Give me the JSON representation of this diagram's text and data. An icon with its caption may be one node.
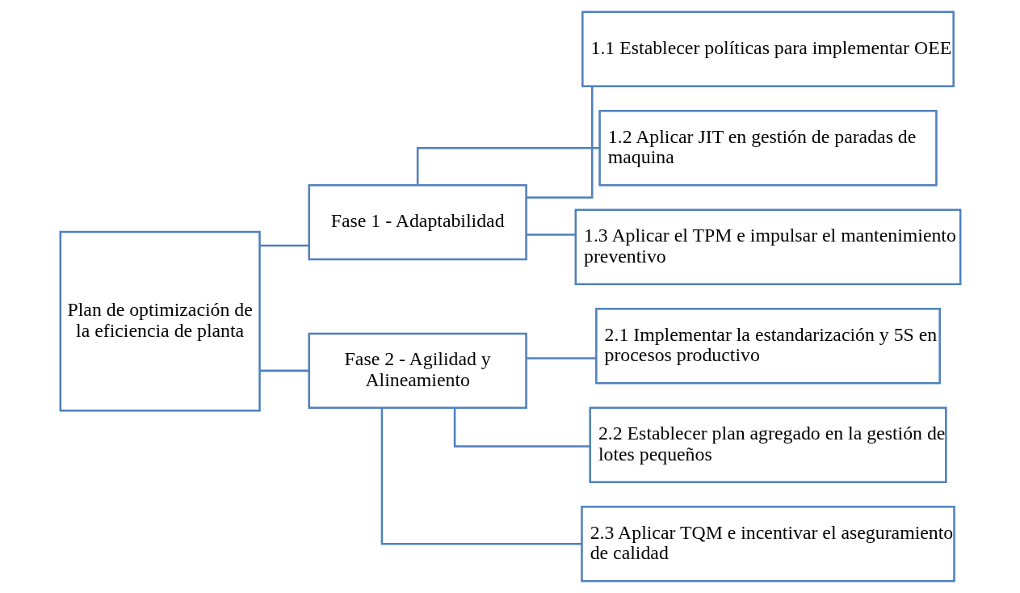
{
  "diagram": {
    "nodes": [
      {
        "text": [
          "Plan de optimización de la eficiencia de planta"
        ]
      },
      {
        "text": [
          "Fase 1 - Adaptabilidad"
        ]
      },
      {
        "text": [
          "Fase 2 - Agilidad y Alineamiento"
        ]
      },
      {
        "text": [
          "1.1 Establecer políticas para implementar OEE"
        ]
      },
      {
        "text": [
          "1.2 Aplicar JIT en gestión de paradas de maquina"
        ]
      },
      {
        "text": [
          "1.3 Aplicar el TPM e impulsar el mantenimiento preventivo"
        ]
      },
      {
        "text": [
          "2.1 Implementar la estandarización y 5S en procesos productivo"
        ]
      },
      {
        "text": [
          "2.2 Establecer plan agregado en la gestión de lotes pequeños"
        ]
      },
      {
        "text": [
          "2.3 Aplicar TQM e incentivar el aseguramiento de calidad"
        ]
      }
    ],
    "edges": [
      {
        "from": 0,
        "to": 1,
        "arrow": "none"
      },
      {
        "from": 0,
        "to": 2,
        "arrow": "none"
      },
      {
        "from": 1,
        "to": 3,
        "arrow": "none"
      },
      {
        "from": 1,
        "to": 4,
        "arrow": "none"
      },
      {
        "from": 1,
        "to": 5,
        "arrow": "none"
      },
      {
        "from": 2,
        "to": 6,
        "arrow": "none"
      },
      {
        "from": 2,
        "to": 7,
        "arrow": "none"
      },
      {
        "from": 2,
        "to": 8,
        "arrow": "none"
      }
    ]
  }
}
